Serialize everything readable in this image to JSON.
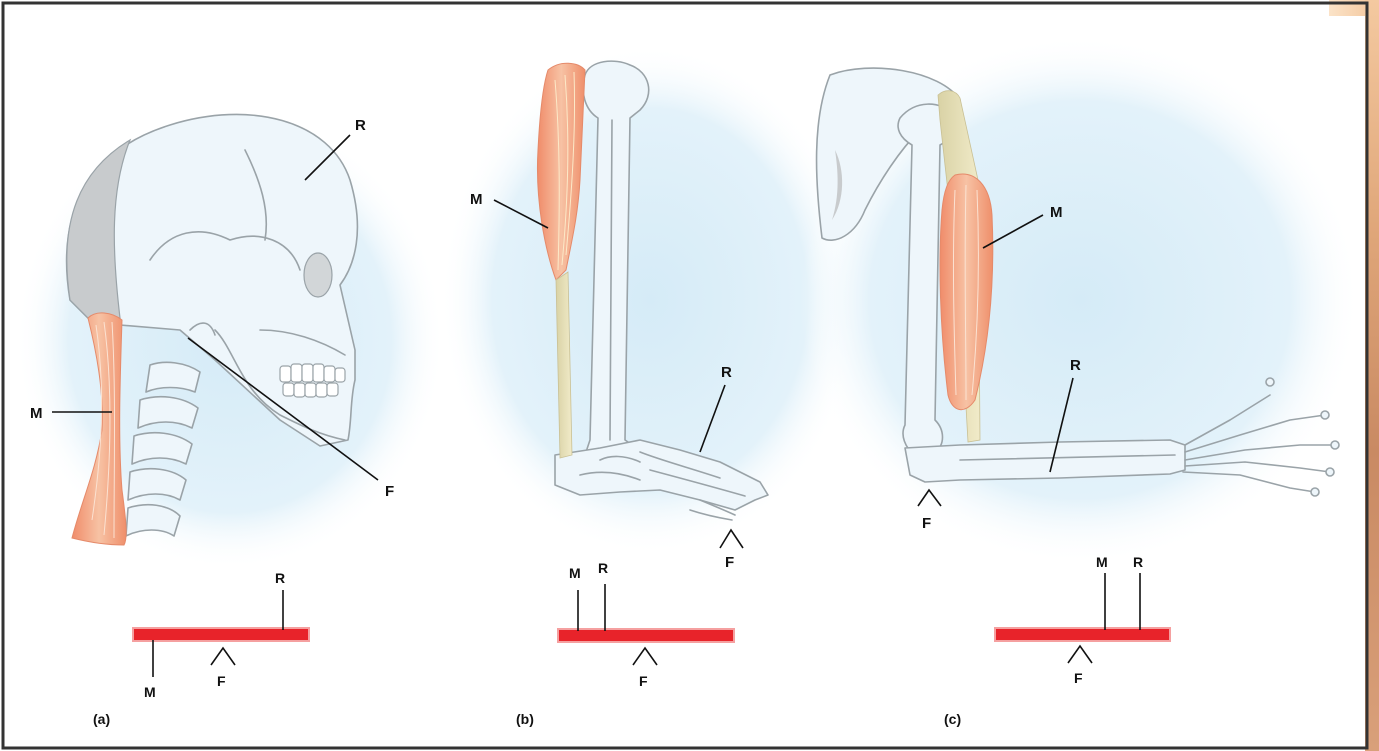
{
  "panels": [
    {
      "caption": "(a)",
      "figure_labels": {
        "R": "R",
        "M": "M",
        "F": "F"
      },
      "lever_labels": {
        "R": "R",
        "M": "M",
        "F": "F"
      }
    },
    {
      "caption": "(b)",
      "figure_labels": {
        "R": "R",
        "M": "M",
        "F": "F"
      },
      "lever_labels": {
        "R": "R",
        "M": "M",
        "F": "F"
      }
    },
    {
      "caption": "(c)",
      "figure_labels": {
        "R": "R",
        "M": "M",
        "F": "F"
      },
      "lever_labels": {
        "R": "R",
        "M": "M",
        "F": "F"
      }
    }
  ],
  "colors": {
    "lever": "#e8232a",
    "muscle": "#f2a07f",
    "tendon": "#e8dfb5",
    "halo": "#dbeef8",
    "bone_line": "#9aa3a8",
    "border": "#333333"
  }
}
